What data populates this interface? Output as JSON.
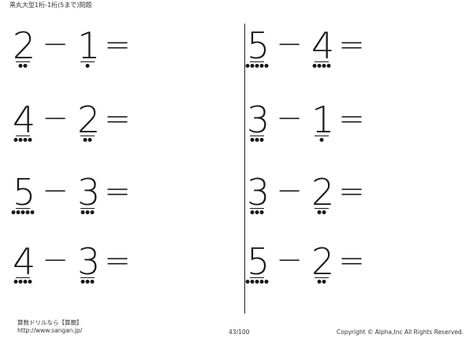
{
  "header": {
    "title": "黒丸大型1桁-1桁(5まで)問題"
  },
  "problems": [
    {
      "a": 2,
      "op": "−",
      "b": 1,
      "eq": "="
    },
    {
      "a": 5,
      "op": "−",
      "b": 4,
      "eq": "="
    },
    {
      "a": 4,
      "op": "−",
      "b": 2,
      "eq": "="
    },
    {
      "a": 3,
      "op": "−",
      "b": 1,
      "eq": "="
    },
    {
      "a": 5,
      "op": "−",
      "b": 3,
      "eq": "="
    },
    {
      "a": 3,
      "op": "−",
      "b": 2,
      "eq": "="
    },
    {
      "a": 4,
      "op": "−",
      "b": 3,
      "eq": "="
    },
    {
      "a": 5,
      "op": "−",
      "b": 2,
      "eq": "="
    }
  ],
  "footer": {
    "line1": "算数ドリルなら【算願】",
    "line2": "http://www.sangan.jp/",
    "page": "43/100",
    "copyright": "Copyright © Alpha,Inc All Rights Reserved."
  }
}
